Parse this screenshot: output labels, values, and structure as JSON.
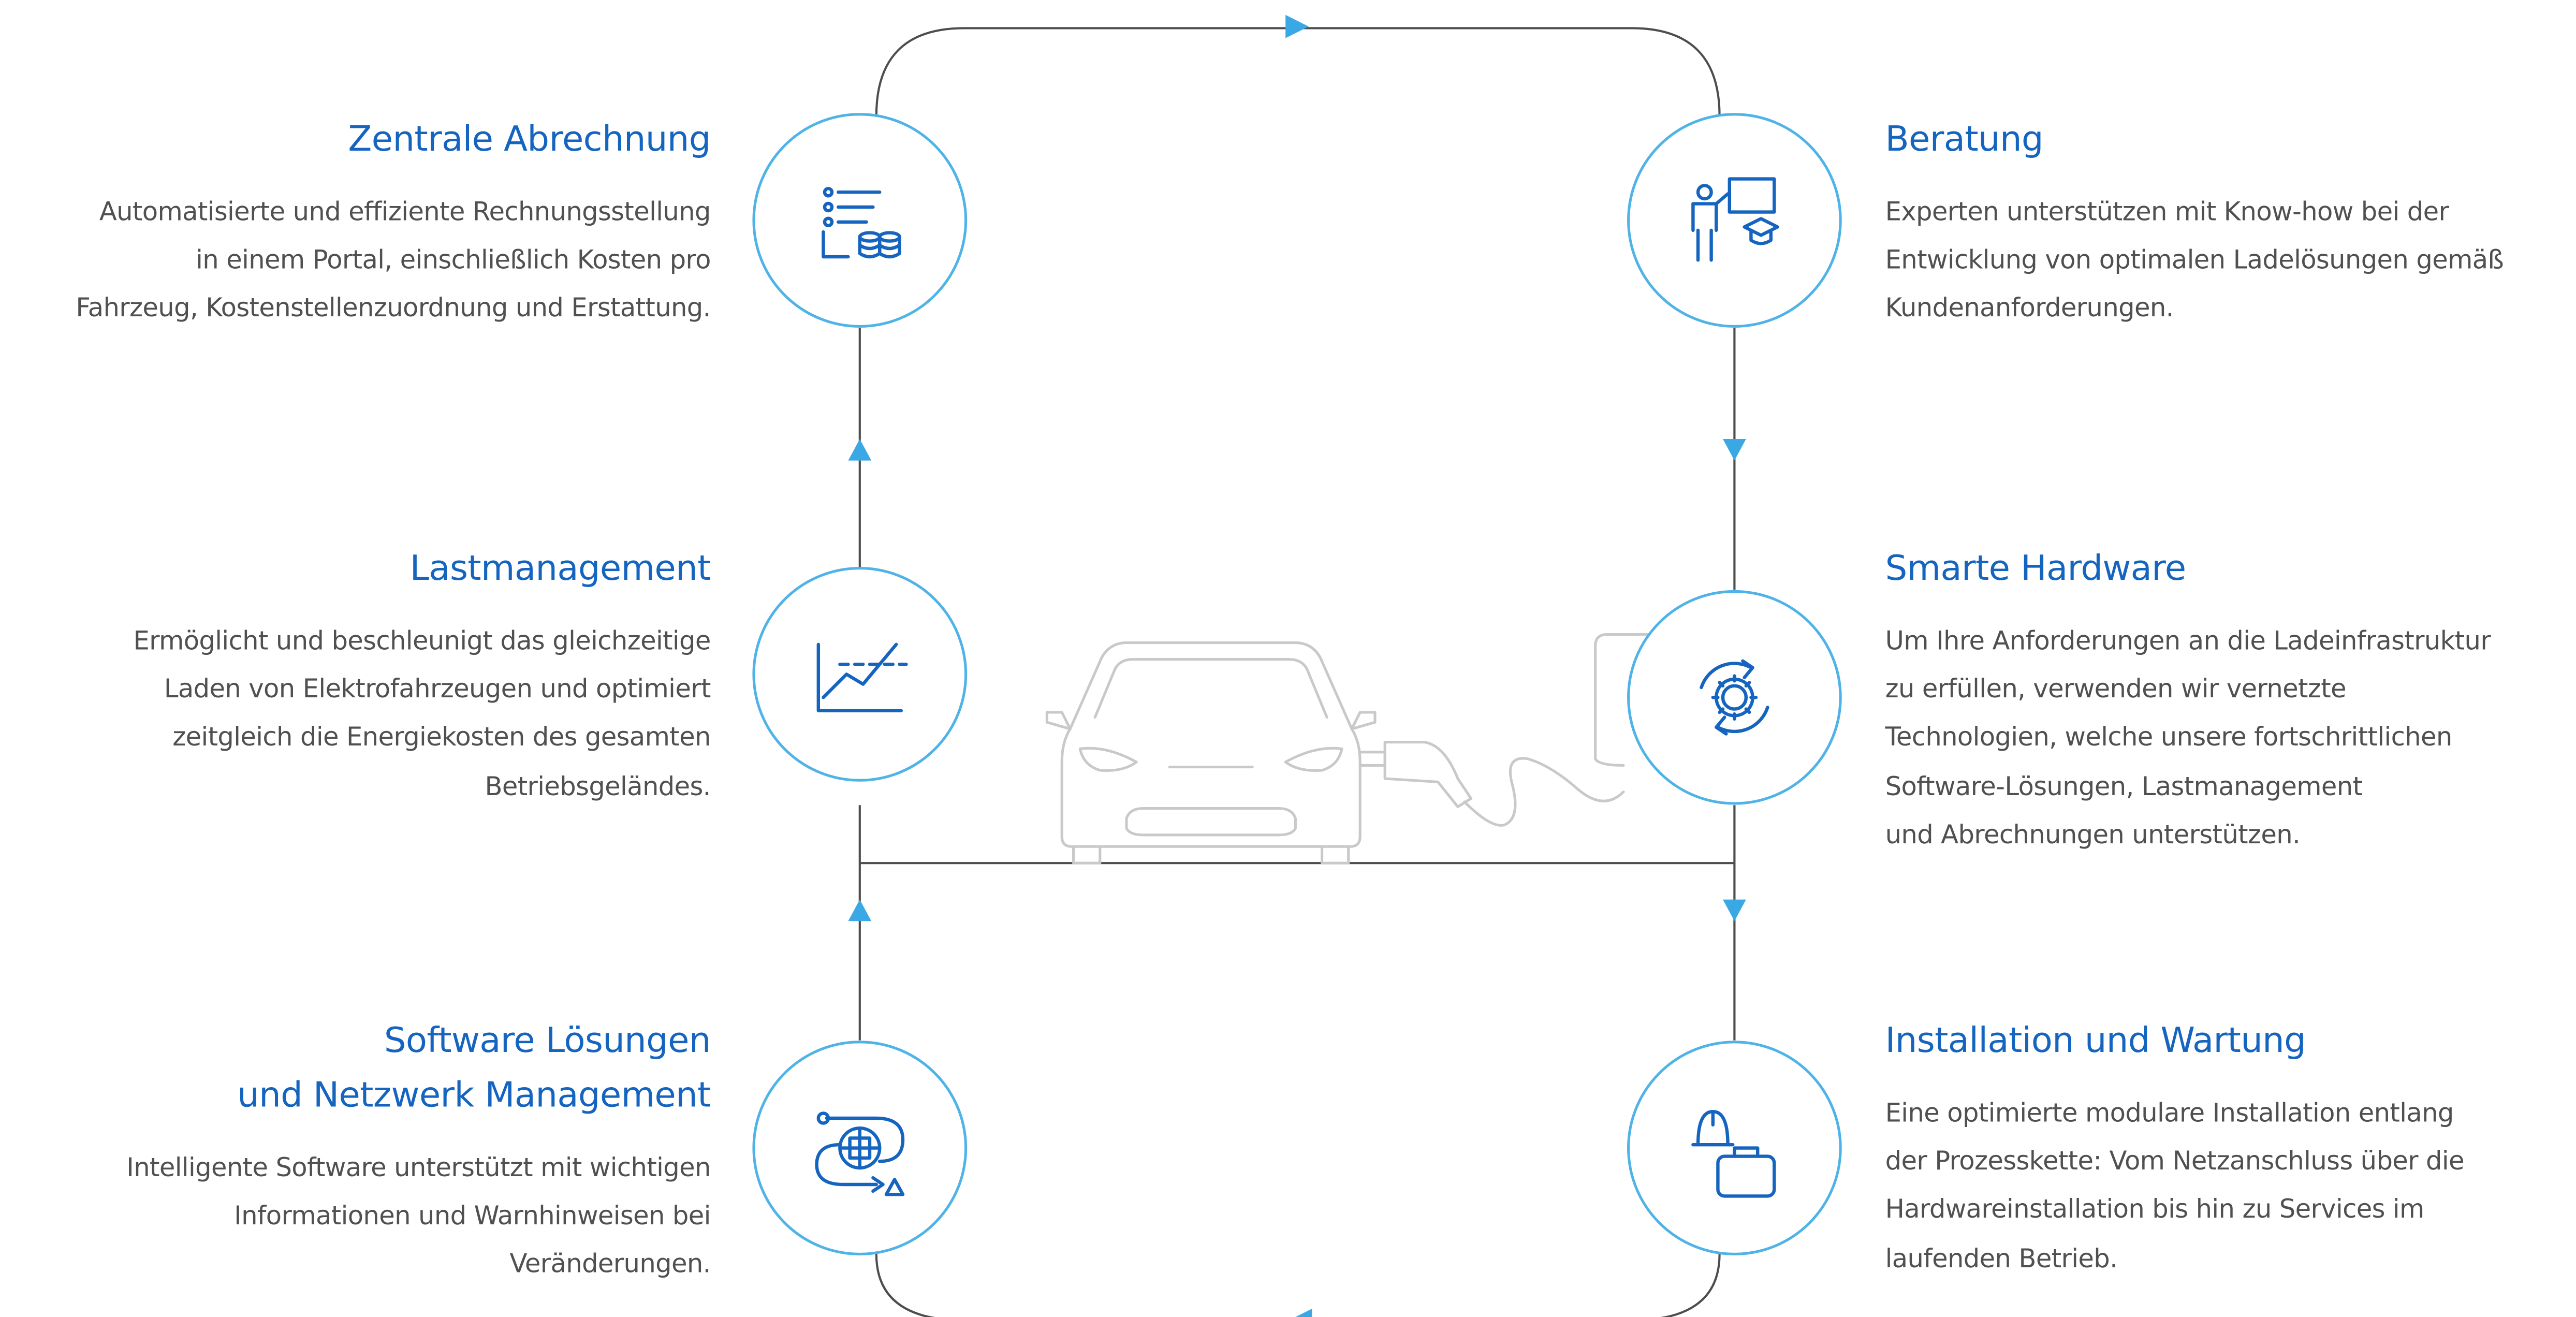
{
  "colors": {
    "accent": "#1565c0",
    "line": "#4d4d4d",
    "circle": "#4fb3e8",
    "arrow": "#3ba8e6",
    "car": "#c9c9c9",
    "text": "#505050"
  },
  "steps": [
    {
      "id": "beratung",
      "icon": "teacher-board-icon",
      "title": [
        "Beratung"
      ],
      "lines": [
        "Experten unterstützen mit Know-how bei der",
        "Entwicklung von optimalen Ladelösungen gemäß",
        "Kundenanforderungen."
      ]
    },
    {
      "id": "smarte-hardware",
      "icon": "gear-cycle-icon",
      "title": [
        "Smarte Hardware"
      ],
      "lines": [
        "Um Ihre Anforderungen an die Ladeinfrastruktur",
        "zu erfüllen, verwenden wir vernetzte",
        "Technologien, welche unsere fortschrittlichen",
        "Software-Lösungen, Lastmanagement",
        "und  Abrechnungen unterstützen."
      ]
    },
    {
      "id": "installation",
      "icon": "helmet-toolbox-icon",
      "title": [
        "Installation und Wartung"
      ],
      "lines": [
        "Eine optimierte modulare Installation entlang",
        "der Prozesskette: Vom Netzanschluss über die",
        "Hardwareinstallation bis hin zu Services im",
        "laufenden Betrieb."
      ]
    },
    {
      "id": "software",
      "icon": "network-globe-icon",
      "title": [
        "Software Lösungen",
        "und Netzwerk Management"
      ],
      "lines": [
        "Intelligente Software unterstützt mit wichtigen",
        "Informationen und Warnhinweisen bei",
        "Veränderungen."
      ]
    },
    {
      "id": "lastmanagement",
      "icon": "line-chart-icon",
      "title": [
        "Lastmanagement"
      ],
      "lines": [
        "Ermöglicht und beschleunigt das gleichzeitige",
        "Laden von Elektrofahrzeugen und optimiert",
        "zeitgleich die Energiekosten des gesamten",
        "Betriebsgeländes."
      ]
    },
    {
      "id": "abrechnung",
      "icon": "billing-list-coins-icon",
      "title": [
        "Zentrale Abrechnung"
      ],
      "lines": [
        "Automatisierte und effiziente Rechnungsstellung",
        "in einem Portal, einschließlich Kosten pro",
        "Fahrzeug, Kostenstellenzuordnung und Erstattung."
      ]
    }
  ],
  "illustration": {
    "car": "car-front-icon",
    "plug": "charging-plug-icon",
    "wallbox": "wallbox-icon"
  }
}
